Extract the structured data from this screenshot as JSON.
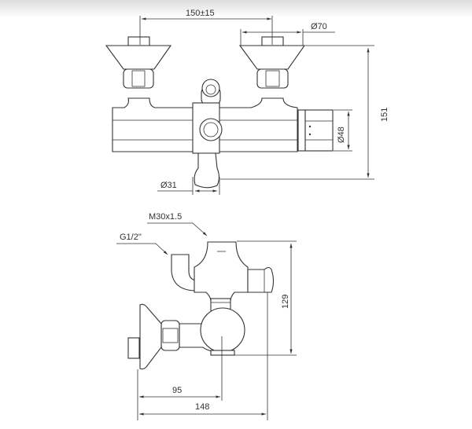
{
  "drawing": {
    "front_view": {
      "dim_centers": "150±15",
      "dim_handle_diameter": "Ø70",
      "dim_height": "151",
      "dim_nut_diameter": "Ø48",
      "dim_spout_diameter": "Ø31"
    },
    "side_view": {
      "thread_label": "M30x1.5",
      "inlet_label": "G1/2\"",
      "dim_height": "129",
      "dim_depth_center": "95",
      "dim_depth_total": "148"
    }
  }
}
